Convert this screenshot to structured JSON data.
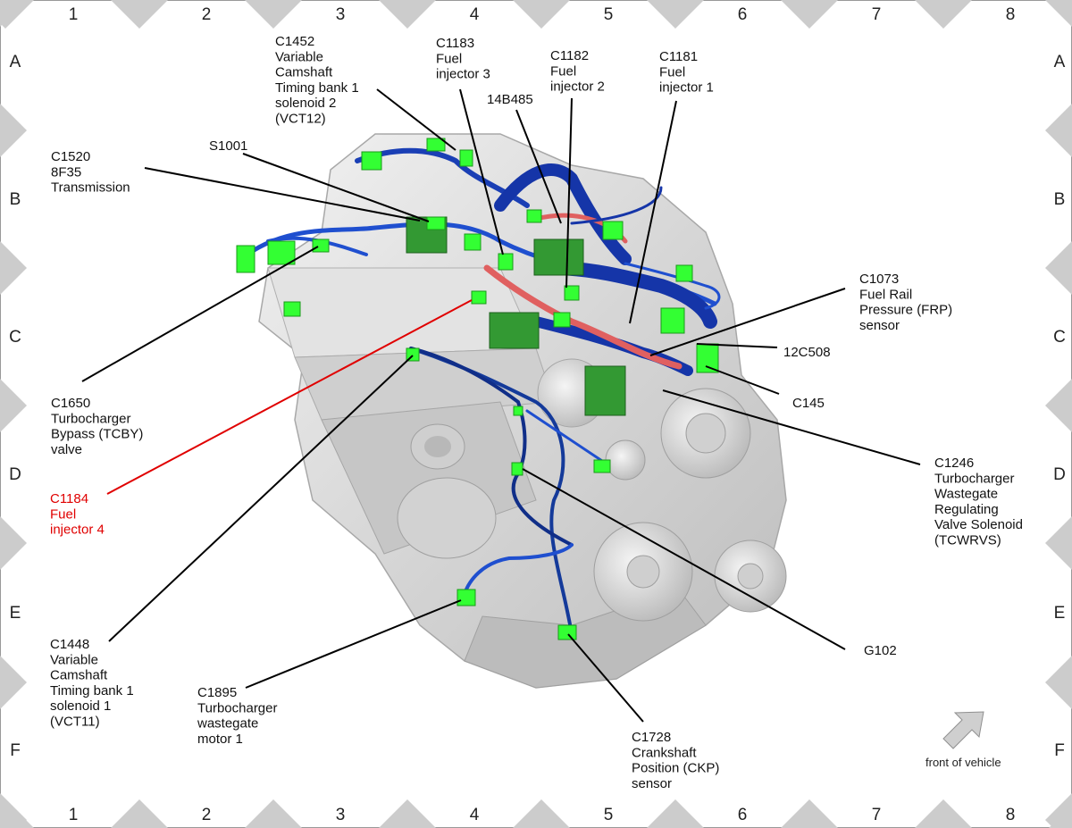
{
  "grid": {
    "columns": [
      "1",
      "2",
      "3",
      "4",
      "5",
      "6",
      "7",
      "8"
    ],
    "rows": [
      "A",
      "B",
      "C",
      "D",
      "E",
      "F"
    ]
  },
  "callouts": [
    {
      "id": "c1452",
      "lines": [
        "C1452",
        "Variable",
        "Camshaft",
        "Timing bank 1",
        "solenoid 2",
        "(VCT12)"
      ]
    },
    {
      "id": "c1183",
      "lines": [
        "C1183",
        "Fuel",
        "injector 3"
      ]
    },
    {
      "id": "c1182",
      "lines": [
        "C1182",
        "Fuel",
        "injector 2"
      ]
    },
    {
      "id": "c1181",
      "lines": [
        "C1181",
        "Fuel",
        "injector 1"
      ]
    },
    {
      "id": "14b485",
      "lines": [
        "14B485"
      ]
    },
    {
      "id": "s1001",
      "lines": [
        "S1001"
      ]
    },
    {
      "id": "c1520",
      "lines": [
        "C1520",
        "8F35",
        "Transmission"
      ]
    },
    {
      "id": "c1073",
      "lines": [
        "C1073",
        "Fuel Rail",
        "Pressure (FRP)",
        "sensor"
      ]
    },
    {
      "id": "12c508",
      "lines": [
        "12C508"
      ]
    },
    {
      "id": "c145",
      "lines": [
        "C145"
      ]
    },
    {
      "id": "c1650",
      "lines": [
        "C1650",
        "Turbocharger",
        "Bypass (TCBY)",
        "valve"
      ]
    },
    {
      "id": "c1246",
      "lines": [
        "C1246",
        "Turbocharger",
        "Wastegate",
        "Regulating",
        "Valve Solenoid",
        "(TCWRVS)"
      ]
    },
    {
      "id": "c1184",
      "lines": [
        "C1184",
        "Fuel",
        "injector 4"
      ]
    },
    {
      "id": "c1448",
      "lines": [
        "C1448",
        "Variable",
        "Camshaft",
        "Timing bank 1",
        "solenoid 1",
        "(VCT11)"
      ]
    },
    {
      "id": "c1895",
      "lines": [
        "C1895",
        "Turbocharger",
        "wastegate",
        "motor 1"
      ]
    },
    {
      "id": "g102",
      "lines": [
        "G102"
      ]
    },
    {
      "id": "c1728",
      "lines": [
        "C1728",
        "Crankshaft",
        "Position (CKP)",
        "sensor"
      ]
    }
  ],
  "front_label": "front of vehicle",
  "colors": {
    "highlight": "#e00000",
    "connector": "#33ff33",
    "harness": "#1535a8",
    "engine": "#d9d9d9",
    "marker": "#cccccc"
  }
}
